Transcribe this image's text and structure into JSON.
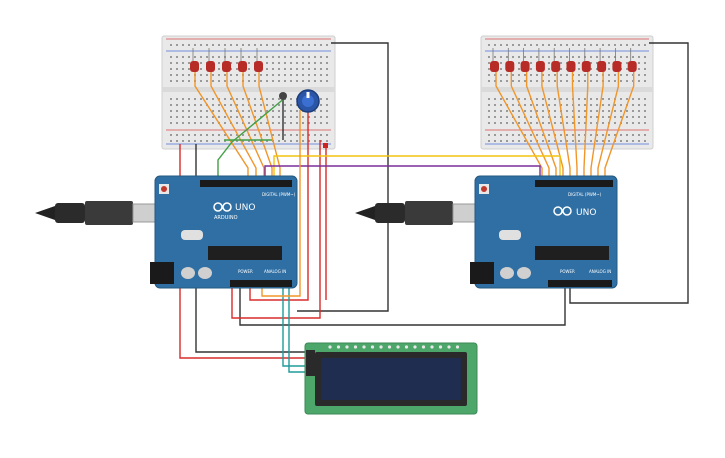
{
  "boards": {
    "left": {
      "logo": "ARDUINO",
      "model": "UNO",
      "digital_label": "DIGITAL (PWM~)",
      "power_label": "POWER",
      "analog_label": "ANALOG IN"
    },
    "right": {
      "model": "UNO",
      "digital_label": "DIGITAL (PWM~)",
      "power_label": "POWER",
      "analog_label": "ANALOG IN"
    }
  },
  "colors": {
    "board": "#2f6fa3",
    "board_edge": "#24587f",
    "breadboard": "#e9e9e9",
    "led": "#b82c28",
    "lcd_pcb": "#4da66a",
    "lcd_screen": "#1f2d50",
    "wire_orange": "#f0962a",
    "wire_black": "#333333",
    "wire_red": "#d92b2b",
    "wire_yellow": "#f3c30e",
    "wire_purple": "#7a2f9a",
    "wire_green": "#43a047",
    "wire_teal": "#1e9b9b"
  },
  "components": {
    "left_breadboard_leds": 5,
    "right_breadboard_leds": 10,
    "potentiometer": "potentiometer-knob",
    "lcd": "lcd-16x2-display",
    "usb_cables": 2
  }
}
